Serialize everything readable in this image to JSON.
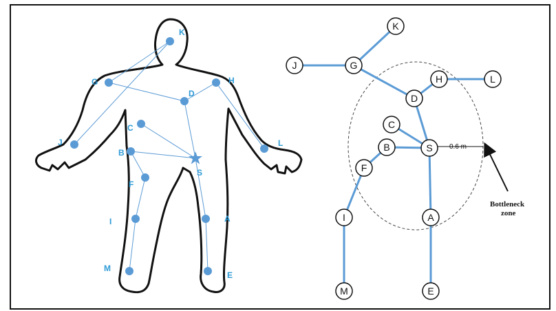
{
  "colors": {
    "accent": "#5b9bd5",
    "label": "#2e9bd6",
    "outline": "#111111",
    "node_fill": "#ffffff"
  },
  "body_figure": {
    "labels": {
      "K": "K",
      "G": "G",
      "H": "H",
      "D": "D",
      "C": "C",
      "J": "J",
      "L": "L",
      "B": "B",
      "S": "S",
      "F": "F",
      "I": "I",
      "A": "A",
      "M": "M",
      "E": "E"
    }
  },
  "tree": {
    "nodes": {
      "K": "K",
      "J": "J",
      "G": "G",
      "H": "H",
      "L": "L",
      "D": "D",
      "C": "C",
      "B": "B",
      "S": "S",
      "F": "F",
      "I": "I",
      "A": "A",
      "M": "M",
      "E": "E"
    },
    "distance_label": "0.6 m",
    "bottleneck_line1": "Bottleneck",
    "bottleneck_line2": "zone"
  }
}
